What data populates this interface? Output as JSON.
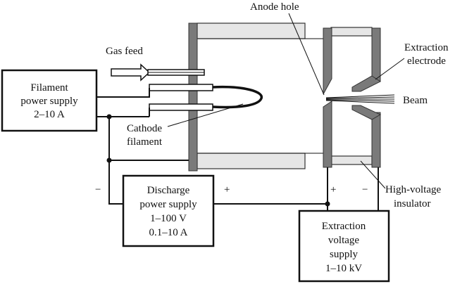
{
  "labels": {
    "gas_feed": "Gas feed",
    "anode_hole": "Anode hole",
    "extraction_electrode": [
      "Extraction",
      "electrode"
    ],
    "beam": "Beam",
    "cathode_filament": [
      "Cathode",
      "filament"
    ],
    "high_voltage_insulator": [
      "High-voltage",
      "insulator"
    ]
  },
  "supplies": {
    "filament": [
      "Filament",
      "power supply",
      "2–10 A"
    ],
    "discharge": [
      "Discharge",
      "power supply",
      "1–100 V",
      "0.1–10 A"
    ],
    "extraction": [
      "Extraction",
      "voltage",
      "supply",
      "1–10 kV"
    ]
  },
  "polarity": {
    "discharge_minus": "−",
    "discharge_plus": "+",
    "extraction_plus": "+",
    "extraction_minus": "−"
  },
  "colors": {
    "wall": "#7a7a7a",
    "tube": "#e6e6e6",
    "line": "#111111"
  }
}
